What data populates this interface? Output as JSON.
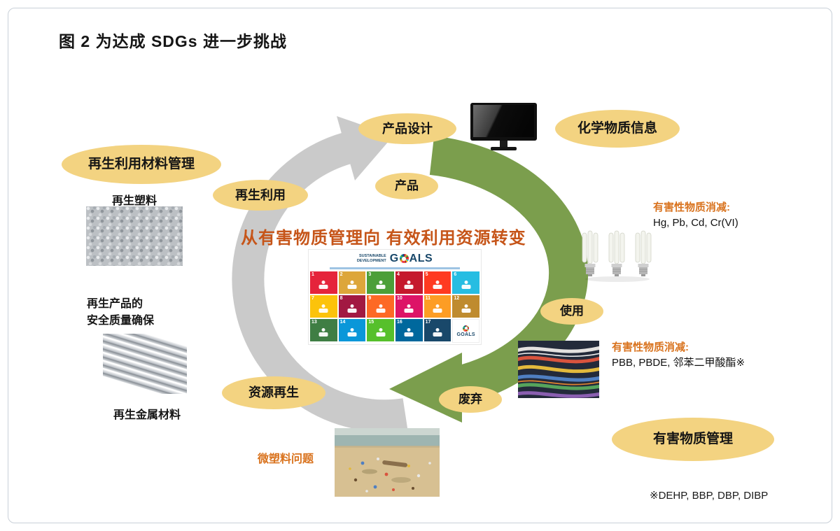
{
  "figure": {
    "title": "图 2  为达成 SDGs 进一步挑战",
    "headline": "从有害物质管理向 有效利用资源转变",
    "footnote": "※DEHP, BBP, DBP, DIBP"
  },
  "bubbles": [
    {
      "id": "product-design",
      "label": "产品设计"
    },
    {
      "id": "chemical-substance-info",
      "label": "化学物质信息"
    },
    {
      "id": "recycled-material-management",
      "label": "再生利用材料管理"
    },
    {
      "id": "recycling",
      "label": "再生利用"
    },
    {
      "id": "product",
      "label": "产品"
    },
    {
      "id": "use",
      "label": "使用"
    },
    {
      "id": "disposal",
      "label": "废弃"
    },
    {
      "id": "resource-regeneration",
      "label": "资源再生"
    },
    {
      "id": "hazardous-substance-management",
      "label": "有害物质管理"
    }
  ],
  "labels": {
    "recycled_plastic": "再生塑料",
    "recycled_product_safety": [
      "再生产品的",
      "安全质量确保"
    ],
    "recycled_metal": "再生金属材料",
    "hazard_reduction_top": {
      "title": "有害性物质消减:",
      "items": "Hg, Pb, Cd, Cr(VI)"
    },
    "hazard_reduction_bottom": {
      "title": "有害性物质消减:",
      "items": "PBB, PBDE, 邻苯二甲酸酯※"
    },
    "microplastic": "微塑料问题"
  },
  "sdg_board": {
    "brand_line1": "SUSTAINABLE",
    "brand_line2": "DEVELOPMENT",
    "goals_g": "G",
    "goals_rest": "ALS",
    "goals_word": "GOALS",
    "tiles": [
      {
        "n": "1",
        "color": "#E5243B"
      },
      {
        "n": "2",
        "color": "#DDA63A"
      },
      {
        "n": "3",
        "color": "#4C9F38"
      },
      {
        "n": "4",
        "color": "#C5192D"
      },
      {
        "n": "5",
        "color": "#FF3A21"
      },
      {
        "n": "6",
        "color": "#26BDE2"
      },
      {
        "n": "7",
        "color": "#FCC30B"
      },
      {
        "n": "8",
        "color": "#A21942"
      },
      {
        "n": "9",
        "color": "#FD6925"
      },
      {
        "n": "10",
        "color": "#DD1367"
      },
      {
        "n": "11",
        "color": "#FD9D24"
      },
      {
        "n": "12",
        "color": "#BF8B2E"
      },
      {
        "n": "13",
        "color": "#3F7E44"
      },
      {
        "n": "14",
        "color": "#0A97D9"
      },
      {
        "n": "15",
        "color": "#56C02B"
      },
      {
        "n": "16",
        "color": "#00689D"
      },
      {
        "n": "17",
        "color": "#19486A"
      },
      {
        "type": "logo"
      }
    ]
  },
  "colors": {
    "bubble_fill": "#F3D381",
    "headline_orange": "#C65519",
    "label_orange": "#D9731E",
    "arrow_gray": "#CACACA",
    "arrow_green": "#7B9E4D",
    "sdg_navy": "#19486A"
  }
}
